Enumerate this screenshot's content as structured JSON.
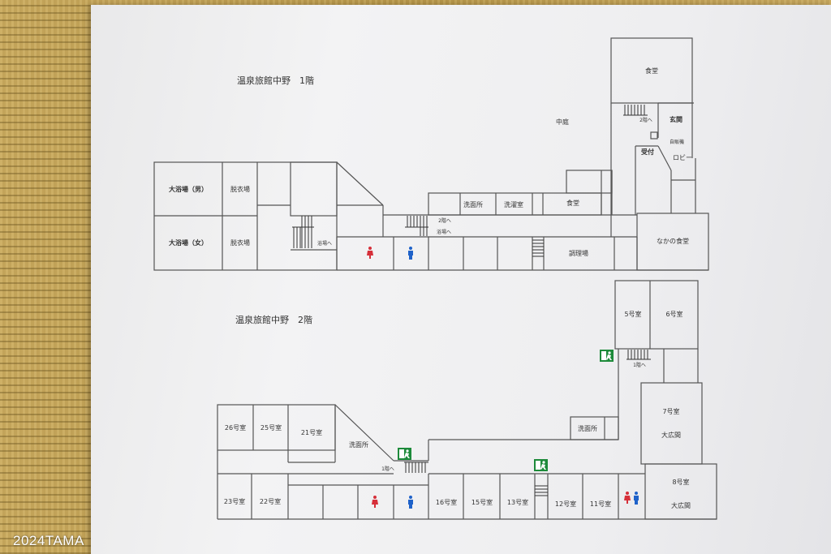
{
  "floor1": {
    "title": "温泉旅館中野　1階",
    "rooms": {
      "bath_men": "大浴場（男）",
      "dress_men": "脱衣場",
      "bath_women": "大浴場（女）",
      "dress_women": "脱衣場",
      "washroom": "洗面所",
      "laundry": "洗濯室",
      "dining_small": "食堂",
      "kitchen": "調理場",
      "dining_top": "食堂",
      "entrance": "玄関",
      "reception": "受付",
      "lobby": "ロビー",
      "vending": "自販機",
      "nakano_dining": "なかの食堂",
      "courtyard": "中庭"
    },
    "signs": {
      "to_2f_a": "2階へ",
      "to_2f_b": "2階へ",
      "to_bath_a": "浴場へ",
      "to_bath_b": "浴場へ"
    }
  },
  "floor2": {
    "title": "温泉旅館中野　2階",
    "rooms": {
      "r26": "26号室",
      "r25": "25号室",
      "r21": "21号室",
      "washroom_w": "洗面所",
      "r23": "23号室",
      "r22": "22号室",
      "r16": "16号室",
      "r15": "15号室",
      "r13": "13号室",
      "r12": "12号室",
      "r11": "11号室",
      "washroom_e": "洗面所",
      "r5": "5号室",
      "r6": "6号室",
      "r7": "7号室",
      "hall7": "大広間",
      "r8": "8号室",
      "hall8": "大広間"
    },
    "signs": {
      "to_1f_a": "1階へ",
      "to_1f_b": "1階へ"
    }
  },
  "icons": [
    "restroom-female-icon",
    "restroom-male-icon",
    "emergency-exit-icon"
  ],
  "colors": {
    "female": "#d6303a",
    "male": "#1f62c9",
    "exit": "#1d8a3a"
  },
  "watermark": "2024TAMA"
}
